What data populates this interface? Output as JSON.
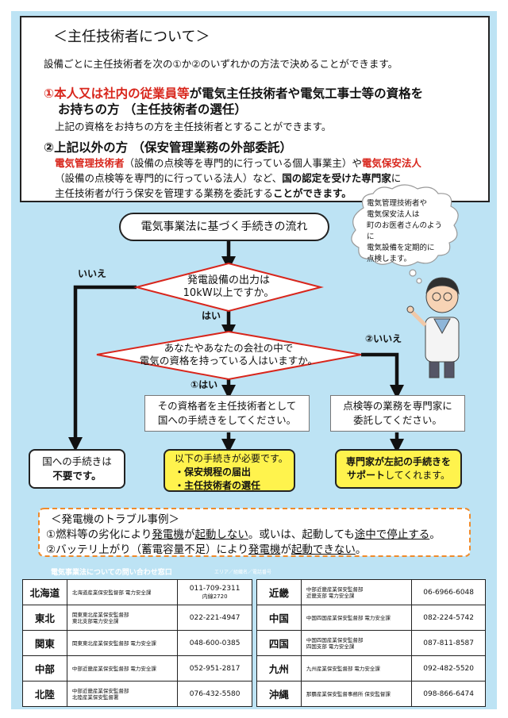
{
  "info": {
    "title": "＜主任技術者について＞",
    "intro": "設備ごとに主任技術者を次の①か②のいずれかの方法で決めることができます。",
    "opt1_red": "①本人又は社内の従業員等",
    "opt1_rest": "が電気主任技術者や電気工事士等の資格を",
    "opt1_line2": "お持ちの方 （主任技術者の選任）",
    "opt1_desc": "上記の資格をお持ちの方を主任技術者とすることができます。",
    "opt2_title": "②上記以外の方 （保安管理業務の外部委託）",
    "opt2_l1_red1": "電気管理技術者",
    "opt2_l1_mid": "（設備の点検等を専門的に行っている個人事業主）や",
    "opt2_l1_red2": "電気保安法人",
    "opt2_l2_a": "（設備の点検等を専門的に行っている法人）など、",
    "opt2_l2_b": "国の認定を受けた専門家",
    "opt2_l2_c": "に",
    "opt2_l3_a": "主任技術者が行う保安を管理する業務を委託する",
    "opt2_l3_b": "ことができます。"
  },
  "bubble": {
    "lines": [
      "電気管理技術者や",
      "電気保安法人は",
      "町のお医者さんのように",
      "電気設備を定期的に",
      "点検します。"
    ]
  },
  "flow": {
    "title": "電気事業法に基づく手続きの流れ",
    "q1_l1": "発電設備の出力は",
    "q1_l2": "10kW以上ですか。",
    "no1": "いいえ",
    "yes1": "はい",
    "q2_l1": "あなたやあなたの会社の中で",
    "q2_l2": "電気の資格を持っている人はいますか。",
    "yes2": "①はい",
    "no2": "②いいえ",
    "box_a_l1": "その資格者を主任技術者として",
    "box_a_l2": "国への手続きをしてください。",
    "box_b_l1": "点検等の業務を専門家に",
    "box_b_l2": "委託してください。",
    "end_left_l1": "国への手続きは",
    "end_left_l2": "不要です。",
    "end_mid_l1": "以下の手続きが必要です。",
    "end_mid_l2": "・保安規程の届出",
    "end_mid_l3": "・主任技術者の選任",
    "end_right_l1": "専門家が左記の手続きを",
    "end_right_l2a": "サポート",
    "end_right_l2b": "してくれます。"
  },
  "trouble": {
    "title": "＜発電機のトラブル事例＞",
    "l1_a": "①燃料等の劣化により",
    "l1_b": "発電機",
    "l1_c": "が",
    "l1_d": "起動しない",
    "l1_e": "。或いは、起動しても",
    "l1_f": "途中で停止する",
    "l1_g": "。",
    "l2_a": "②バッテリ上がり（蓄電容量不足）により",
    "l2_b": "発電機",
    "l2_c": "が",
    "l2_d": "起動できない",
    "l2_e": "。"
  },
  "contacts": {
    "heading": "電気事業法についての問い合わせ窓口",
    "subheading": "エリア／組織名／電話番号",
    "left": [
      {
        "region": "北海道",
        "office": [
          "北海道産業保安監督部 電力安全課"
        ],
        "phone": [
          "011-709-2311",
          "内線2720"
        ]
      },
      {
        "region": "東北",
        "office": [
          "関東東北産業保安監督部",
          "東北支部電力安全課"
        ],
        "phone": [
          "022-221-4947"
        ]
      },
      {
        "region": "関東",
        "office": [
          "関東東北産業保安監督部 電力安全課"
        ],
        "phone": [
          "048-600-0385"
        ]
      },
      {
        "region": "中部",
        "office": [
          "中部近畿産業保安監督部 電力安全課"
        ],
        "phone": [
          "052-951-2817"
        ]
      },
      {
        "region": "北陸",
        "office": [
          "中部近畿産業保安監督部",
          "北陸産業保安監督署"
        ],
        "phone": [
          "076-432-5580"
        ]
      }
    ],
    "right": [
      {
        "region": "近畿",
        "office": [
          "中部近畿産業保安監督部",
          "近畿支部 電力安全課"
        ],
        "phone": [
          "06-6966-6048"
        ]
      },
      {
        "region": "中国",
        "office": [
          "中国四国産業保安監督部 電力安全課"
        ],
        "phone": [
          "082-224-5742"
        ]
      },
      {
        "region": "四国",
        "office": [
          "中国四国産業保安監督部",
          "四国支部 電力安全課"
        ],
        "phone": [
          "087-811-8587"
        ]
      },
      {
        "region": "九州",
        "office": [
          "九州産業保安監督部 電力安全課"
        ],
        "phone": [
          "092-482-5520"
        ]
      },
      {
        "region": "沖縄",
        "office": [
          "那覇産業保安監督事務所 保安監督課"
        ],
        "phone": [
          "098-866-6474"
        ]
      }
    ]
  },
  "colors": {
    "background": "#bde3f4",
    "red_text": "#d8261c",
    "yellow_box": "#fff34d"
  }
}
